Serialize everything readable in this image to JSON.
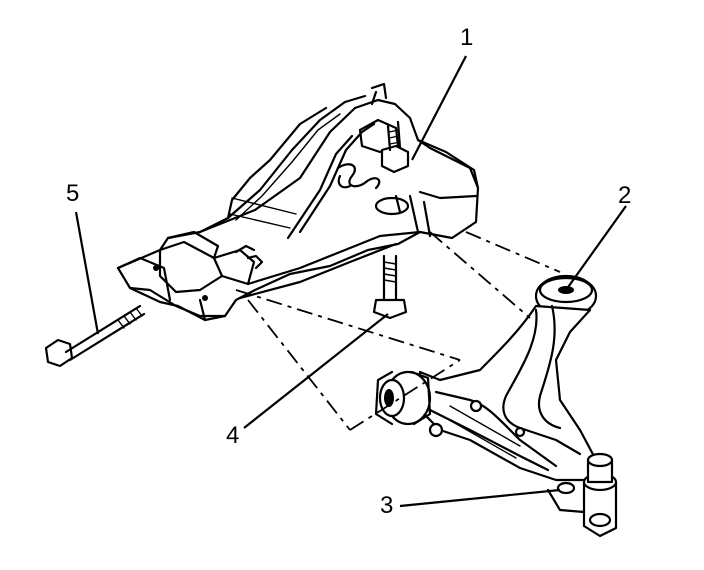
{
  "diagram": {
    "callouts": [
      {
        "id": "c1",
        "label": "1"
      },
      {
        "id": "c2",
        "label": "2"
      },
      {
        "id": "c3",
        "label": "3"
      },
      {
        "id": "c4",
        "label": "4"
      },
      {
        "id": "c5",
        "label": "5"
      }
    ],
    "line_color": "#000000",
    "background": "#ffffff"
  }
}
